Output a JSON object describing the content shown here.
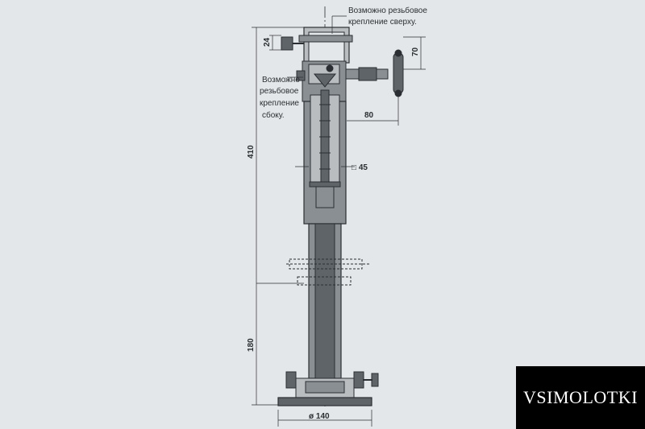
{
  "labels": {
    "top_note_line1": "Возможно резьбовое",
    "top_note_line2": "крепление сверху.",
    "side_note_line1": "Возможно",
    "side_note_line2": "резьбовое",
    "side_note_line3": "крепление",
    "side_note_line4": "сбоку."
  },
  "dimensions": {
    "top_bolt": "24",
    "handle_height": "70",
    "handle_reach": "80",
    "tube_square": "□ 45",
    "total_height": "410",
    "lower_height": "180",
    "base_diameter": "ø 140"
  },
  "watermark": {
    "text": "VSIMOLOTKI"
  },
  "colors": {
    "background": "#e4e7e9",
    "metal_dark": "#5f6468",
    "metal_mid": "#8a8f93",
    "metal_light": "#b9bdc0",
    "line": "#2b2f33"
  }
}
